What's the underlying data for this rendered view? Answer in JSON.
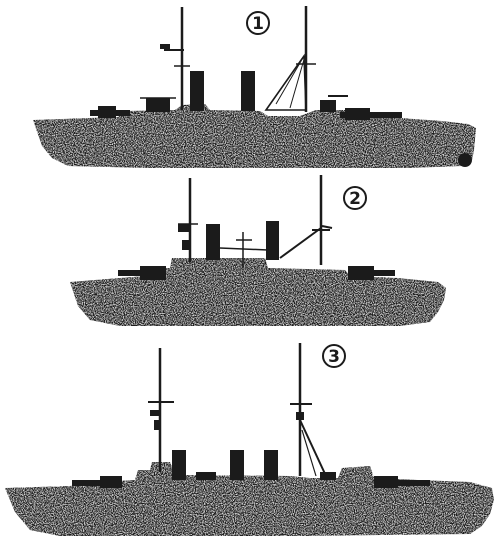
{
  "colors": {
    "ink": "#1b1b1b",
    "paper": "#ffffff"
  },
  "figure": {
    "labels": [
      {
        "number": "1"
      },
      {
        "number": "2"
      },
      {
        "number": "3"
      }
    ]
  }
}
